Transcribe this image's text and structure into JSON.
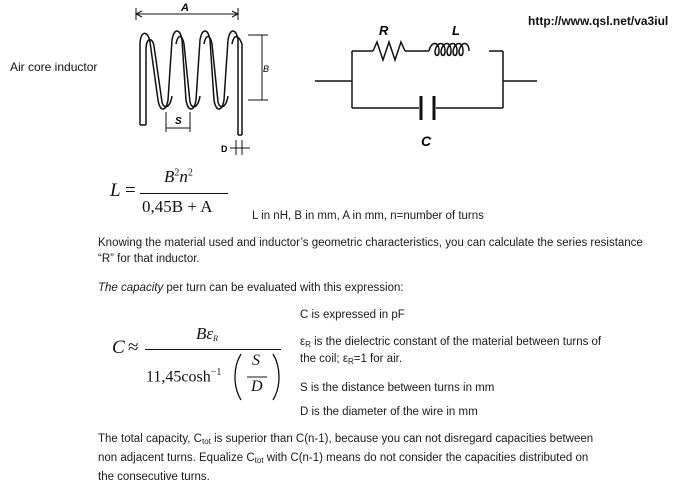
{
  "header": {
    "url": "http://www.qsl.net/va3iul",
    "section_label": "Air core inductor"
  },
  "coil_figure": {
    "label_a": "A",
    "label_b": "B",
    "label_s": "S",
    "label_d": "D"
  },
  "circuit_figure": {
    "label_r": "R",
    "label_l": "L",
    "label_c": "C"
  },
  "formula_l": {
    "lhs": "L",
    "eq": "=",
    "num_b": "B",
    "num_b_exp": "2",
    "num_n": "n",
    "num_n_exp": "2",
    "den": "0,45B + A",
    "units_note": "L in nH, B in mm, A in mm, n=number of turns"
  },
  "paragraph_1": "Knowing the material used and inductor’s geometric characteristics, you can calculate the series resistance “R” for that inductor.",
  "paragraph_2": {
    "italic": "The capacity",
    "rest": " per turn can be evaluated with this expression:"
  },
  "formula_c": {
    "lhs": "C",
    "approx": "≈",
    "num_b": "B",
    "num_eps": "ε",
    "num_sub": "R",
    "den_prefix": "11,45cosh",
    "den_exp": "−1",
    "den_s": "S",
    "den_d": "D"
  },
  "notes": {
    "note_1": "C is expressed in pF",
    "note_2_a": "ε",
    "note_2_b": "R",
    "note_2_c": " is the dielectric constant of the material between turns of",
    "note_2_line2_a": "the coil; ε",
    "note_2_line2_b": "R",
    "note_2_line2_c": "=1 for air.",
    "note_3": "S is the distance between turns in mm",
    "note_4": "D is the diameter of the wire in mm"
  },
  "paragraph_3": {
    "l1_a": "The total capacity, C",
    "l1_sub": "tot",
    "l1_b": " is superior than C(n-1), because you can not disregard capacities between",
    "l2_a": "non adjacent turns. Equalize C",
    "l2_sub": "tot",
    "l2_b": " with C(n-1) means do not consider the capacities distributed on",
    "l3": "the consecutive turns."
  }
}
